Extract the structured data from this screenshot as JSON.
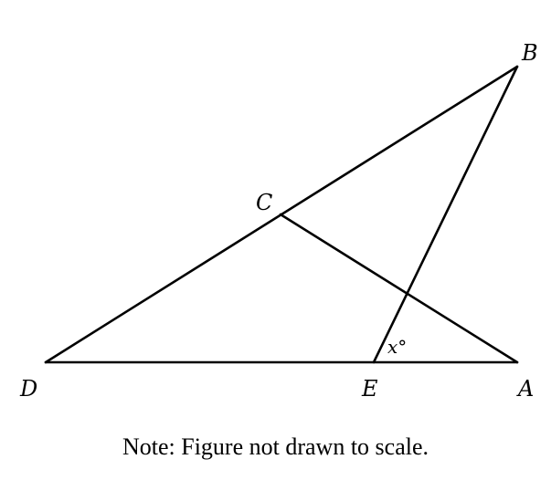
{
  "points": {
    "A": "A",
    "B": "B",
    "C": "C",
    "D": "D",
    "E": "E"
  },
  "angle_label": "x°",
  "note": "Note: Figure not drawn to scale."
}
